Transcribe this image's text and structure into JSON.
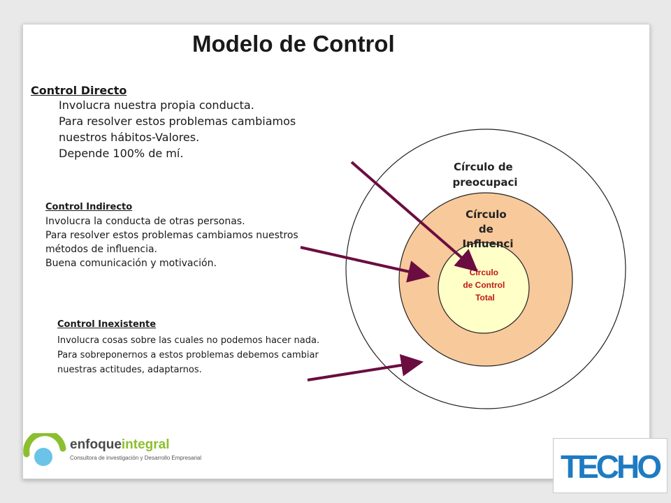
{
  "slide": {
    "title": "Modelo de Control"
  },
  "control_directo": {
    "heading": "Control Directo",
    "lines": [
      "Involucra nuestra propia conducta.",
      "Para resolver estos problemas cambiamos",
      "nuestros hábitos-Valores.",
      "Depende 100% de mí."
    ]
  },
  "control_indirecto": {
    "heading": "Control Indirecto",
    "lines": [
      "Involucra la conducta de otras personas.",
      "Para resolver estos problemas cambiamos nuestros",
      "métodos de influencia.",
      "Buena comunicación y motivación."
    ]
  },
  "control_inexistente": {
    "heading": "Control Inexistente",
    "lines": [
      "Involucra cosas sobre las cuales no podemos hacer nada.",
      "Para sobreponernos a estos problemas debemos cambiar",
      "nuestras actitudes, adaptarnos."
    ]
  },
  "diagram": {
    "outer_label": [
      "Círculo de",
      "preocupaci"
    ],
    "middle_label": [
      "Círculo",
      "de",
      "Influenci"
    ],
    "inner_label": [
      "Círculo",
      "de Control",
      "Total"
    ],
    "colors": {
      "middle_fill": "#f8c99a",
      "inner_fill": "#ffffc8",
      "inner_text": "#c01818",
      "arrow": "#6b0d40"
    }
  },
  "logos": {
    "enfoque_name_a": "enfoque",
    "enfoque_name_b": "integral",
    "enfoque_sub": "Consultora de investigación y Desarrollo Empresarial",
    "techo": "TECHO"
  }
}
